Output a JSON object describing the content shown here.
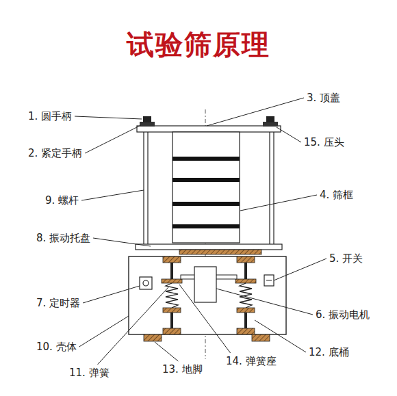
{
  "diagram": {
    "title": "试验筛原理",
    "labels": [
      "1. 圆手柄",
      "2. 紧定手柄",
      "3. 顶盖",
      "15. 压头",
      "9. 螺杆",
      "4. 筛框",
      "8. 振动托盘",
      "5. 开关",
      "7. 定时器",
      "6. 振动电机",
      "10. 壳体",
      "12. 底桶",
      "11. 弹簧",
      "13. 地脚",
      "14. 弹簧座"
    ]
  }
}
